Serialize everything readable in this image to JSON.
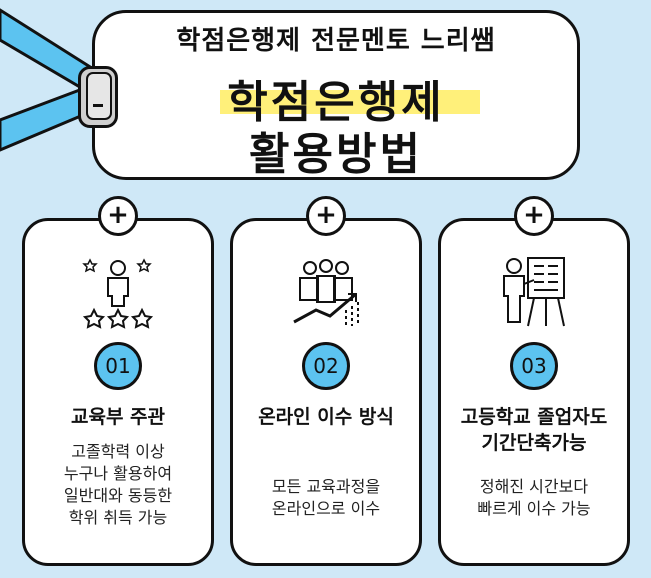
{
  "header": {
    "subtitle": "학점은행제 전문멘토 느리쌤",
    "title_line1": "학점은행제",
    "title_line2": "활용방법"
  },
  "colors": {
    "background": "#cfe8f7",
    "lanyard": "#5cc3f0",
    "highlight": "#fff07a",
    "number_badge": "#5cc3f0"
  },
  "cards": [
    {
      "plus": "+",
      "icon": "person-with-stars-icon",
      "number": "01",
      "title": "교육부 주관",
      "desc_lines": [
        "고졸학력 이상",
        "누구나 활용하여",
        "일반대와 동등한",
        "학위 취득 가능"
      ]
    },
    {
      "plus": "+",
      "icon": "team-growth-chart-icon",
      "number": "02",
      "title": "온라인 이수 방식",
      "desc_lines": [
        "모든 교육과정을",
        "온라인으로 이수"
      ]
    },
    {
      "plus": "+",
      "icon": "presentation-board-icon",
      "number": "03",
      "title_lines": [
        "고등학교 졸업자도",
        "기간단축가능"
      ],
      "desc_lines": [
        "정해진 시간보다",
        "빠르게 이수 가능"
      ]
    }
  ]
}
